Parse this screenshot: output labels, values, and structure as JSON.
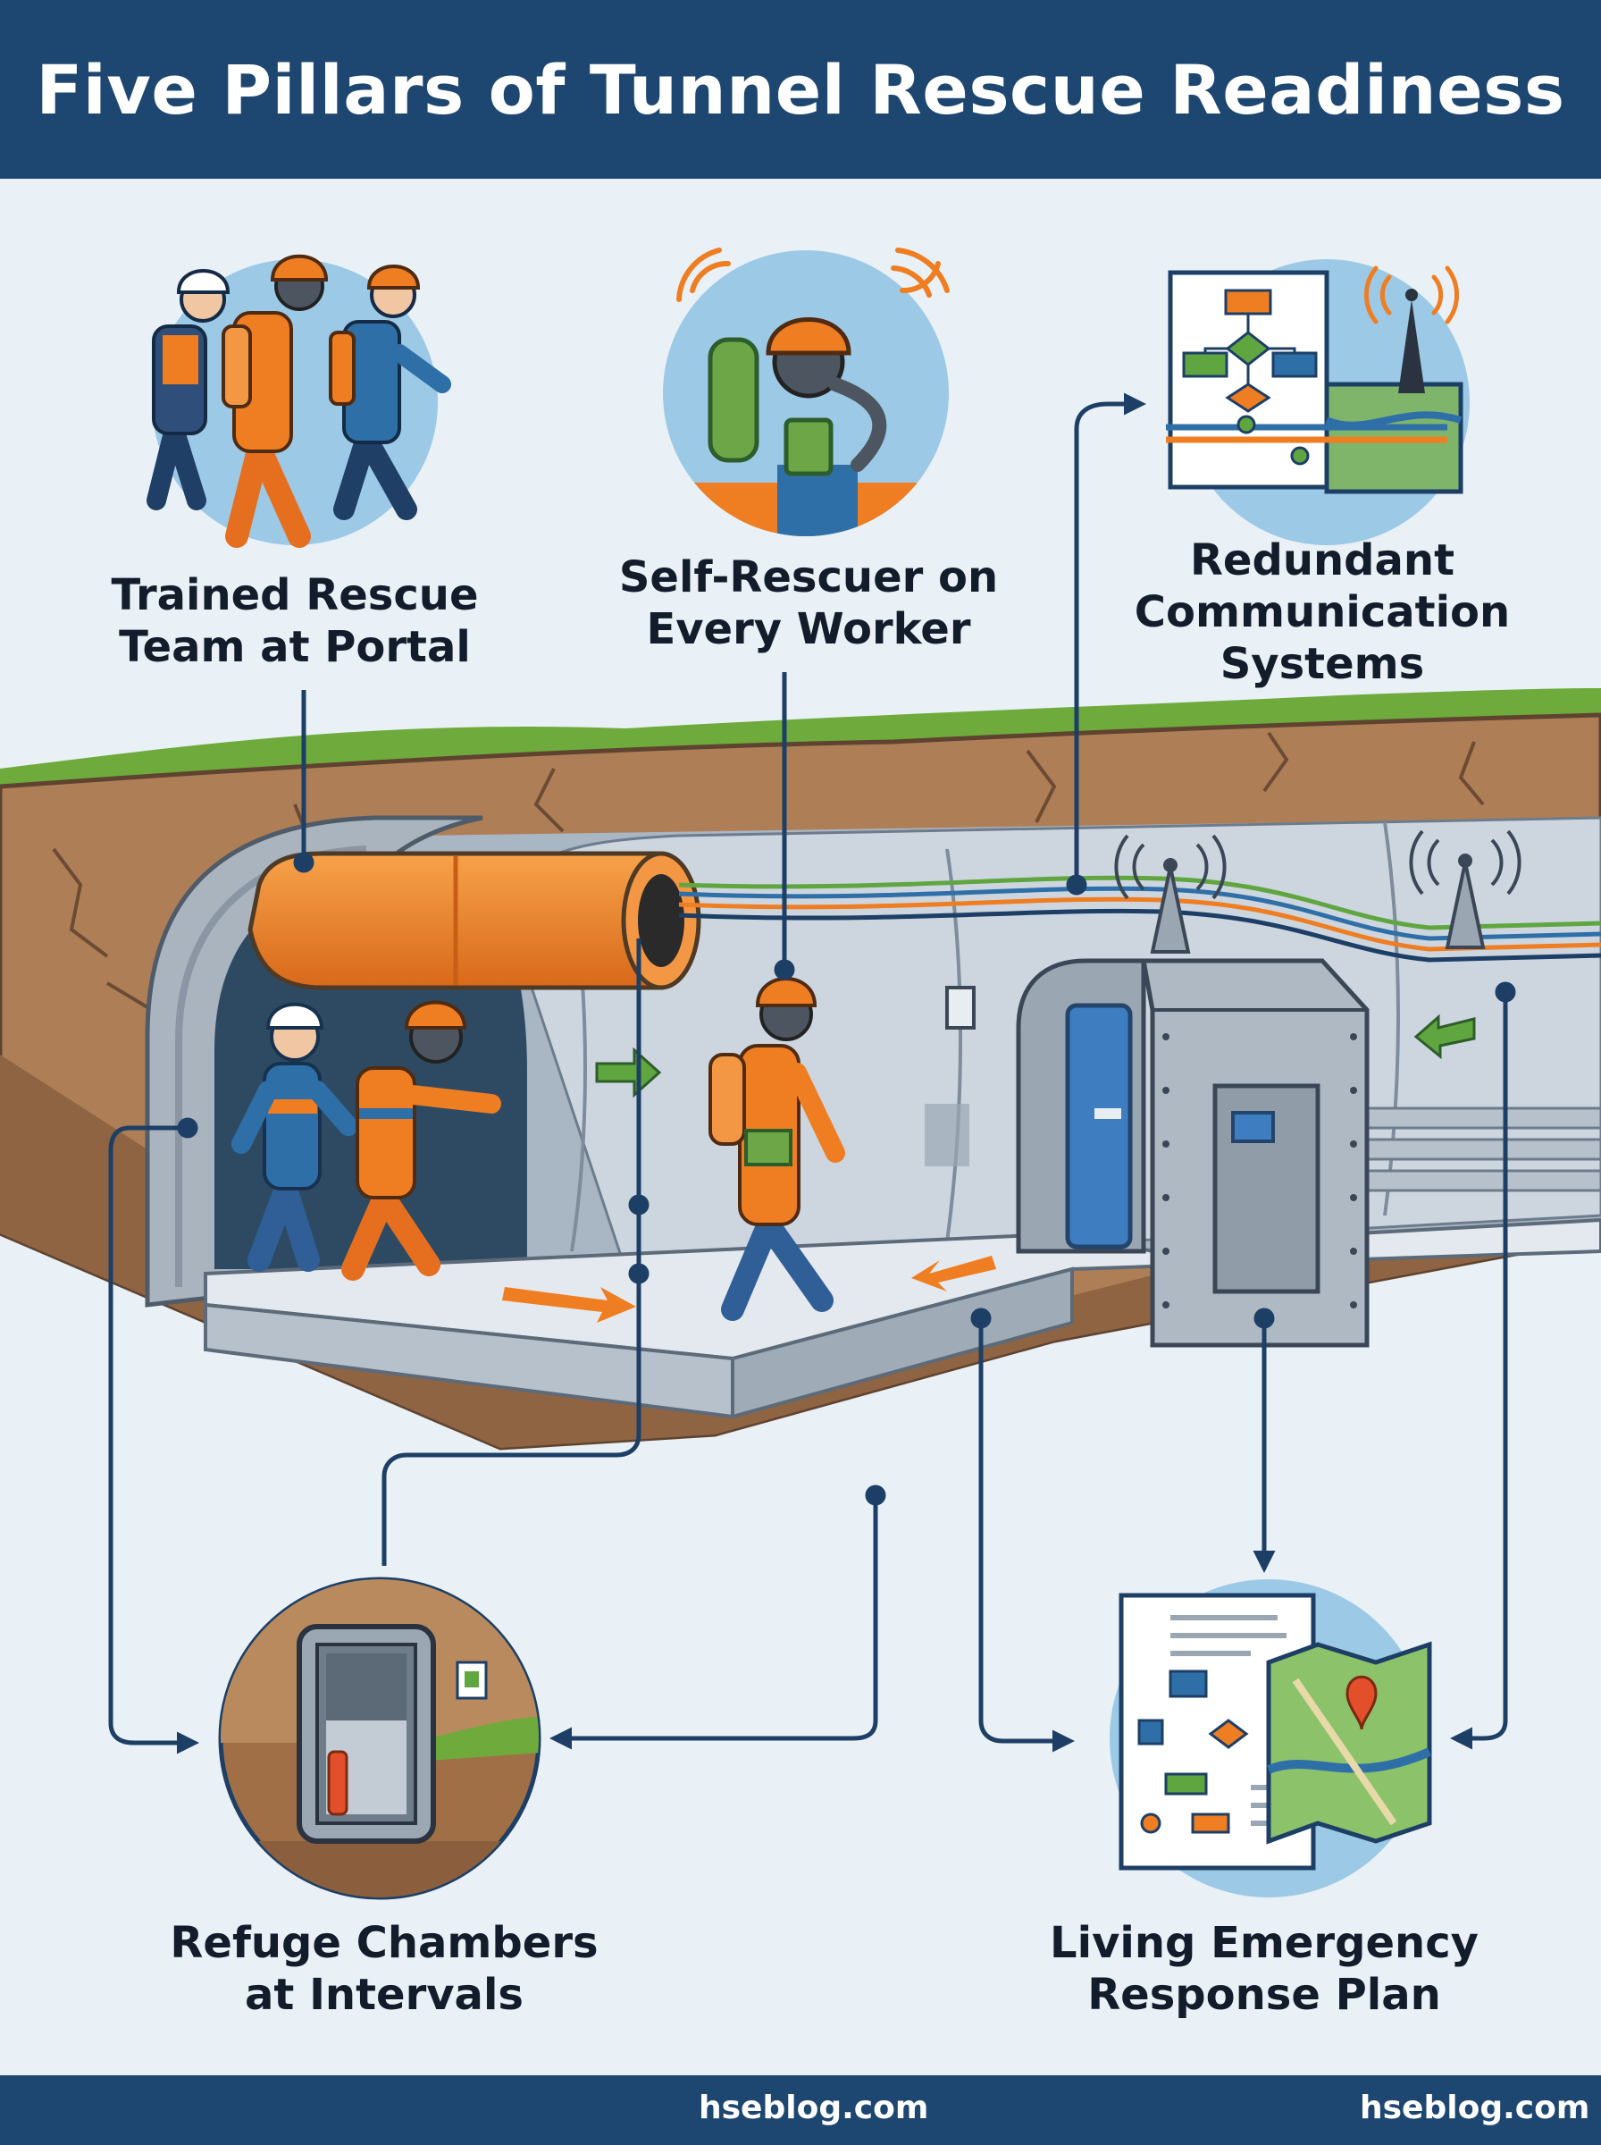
{
  "title": "Five Pillars of Tunnel Rescue Readiness",
  "pillars": [
    {
      "id": "rescue-team",
      "lines": [
        "Trained Rescue",
        "Team at Portal"
      ],
      "icon": "rescue-team-icon"
    },
    {
      "id": "self-rescuer",
      "lines": [
        "Self-Rescuer on",
        "Every Worker"
      ],
      "icon": "self-rescuer-worker-icon"
    },
    {
      "id": "communication",
      "lines": [
        "Redundant",
        "Communication",
        "Systems"
      ],
      "icon": "communication-systems-icon"
    },
    {
      "id": "refuge-chambers",
      "lines": [
        "Refuge Chambers",
        "at Intervals"
      ],
      "icon": "refuge-chamber-icon"
    },
    {
      "id": "emergency-plan",
      "lines": [
        "Living Emergency",
        "Response Plan"
      ],
      "icon": "emergency-plan-map-icon"
    }
  ],
  "footer": {
    "left": "hseblog.com",
    "right": "hseblog.com"
  },
  "colors": {
    "header_bg": "#1d4670",
    "connector": "#1d3f66",
    "accent_orange": "#ef7d22",
    "accent_blue": "#2f6fa8",
    "accent_green": "#5fa640",
    "soil": "#a87b55",
    "concrete": "#c9d2dc"
  }
}
